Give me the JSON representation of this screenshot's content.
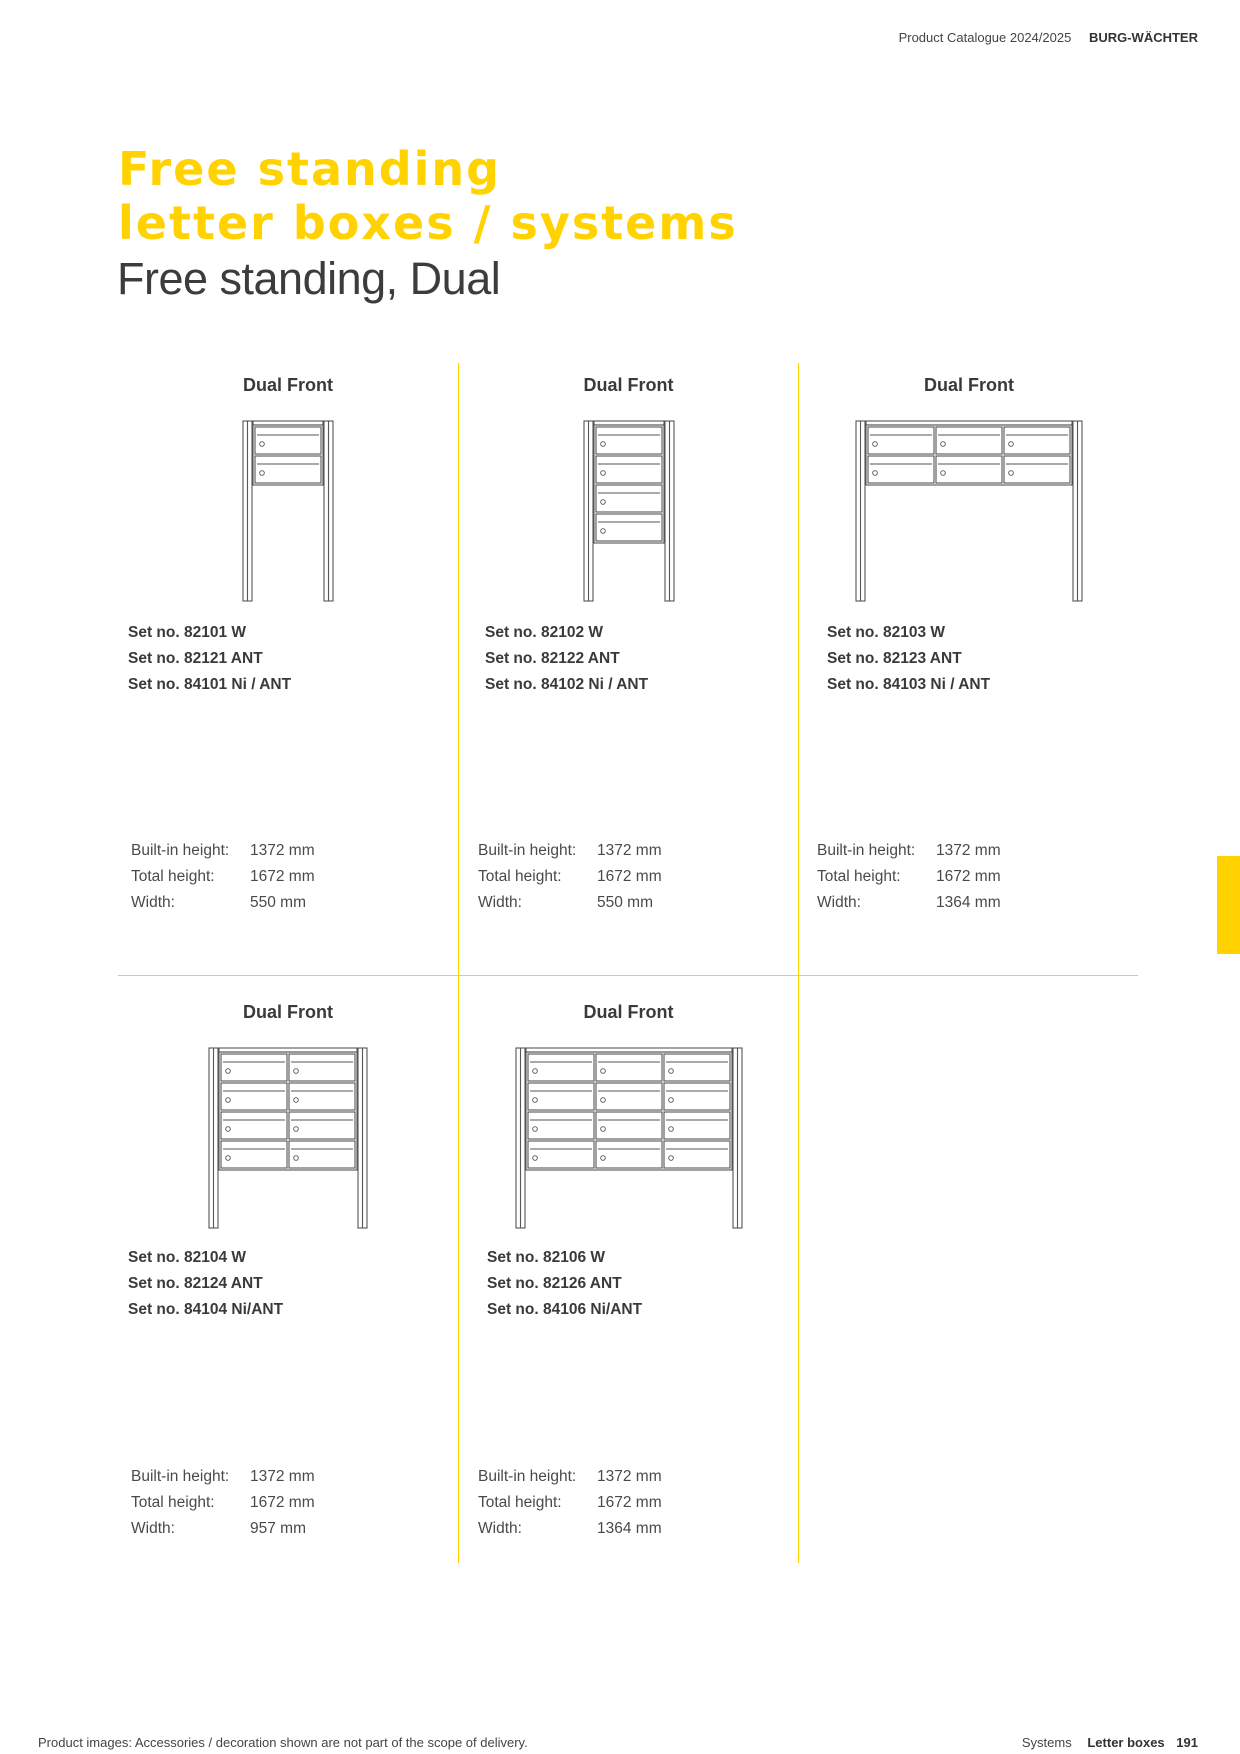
{
  "header": {
    "catalogue": "Product Catalogue 2024/2025",
    "brand": "BURG-WÄCHTER"
  },
  "title": {
    "line1": "Free standing",
    "line2": "letter boxes / systems",
    "subtitle": "Free standing, Dual"
  },
  "spec_labels": {
    "built_in": "Built-in height:",
    "total": "Total height:",
    "width": "Width:"
  },
  "products": [
    {
      "title": "Dual Front",
      "cols": 1,
      "rows": 2,
      "sets": [
        "Set no. 82101 W",
        "Set no. 82121 ANT",
        "Set no. 84101 Ni / ANT"
      ],
      "built_in": "1372 mm",
      "total": "1672 mm",
      "width": "550 mm"
    },
    {
      "title": "Dual Front",
      "cols": 1,
      "rows": 4,
      "sets": [
        "Set no. 82102 W",
        "Set no. 82122 ANT",
        "Set no. 84102 Ni / ANT"
      ],
      "built_in": "1372 mm",
      "total": "1672 mm",
      "width": "550 mm"
    },
    {
      "title": "Dual Front",
      "cols": 3,
      "rows": 2,
      "sets": [
        "Set no. 82103 W",
        "Set no. 82123 ANT",
        "Set no. 84103 Ni / ANT"
      ],
      "built_in": "1372 mm",
      "total": "1672 mm",
      "width": "1364 mm"
    },
    {
      "title": "Dual Front",
      "cols": 2,
      "rows": 4,
      "sets": [
        "Set no. 82104 W",
        "Set no. 82124 ANT",
        "Set no. 84104 Ni/ANT"
      ],
      "built_in": "1372 mm",
      "total": "1672 mm",
      "width": "957 mm"
    },
    {
      "title": "Dual Front",
      "cols": 3,
      "rows": 4,
      "sets": [
        "Set no. 82106 W",
        "Set no. 82126 ANT",
        "Set no. 84106 Ni/ANT"
      ],
      "built_in": "1372 mm",
      "total": "1672 mm",
      "width": "1364 mm"
    }
  ],
  "footer": {
    "disclaimer": "Product images: Accessories / decoration shown are not part of the scope of delivery.",
    "section": "Systems",
    "chapter": "Letter boxes",
    "page": "191"
  }
}
